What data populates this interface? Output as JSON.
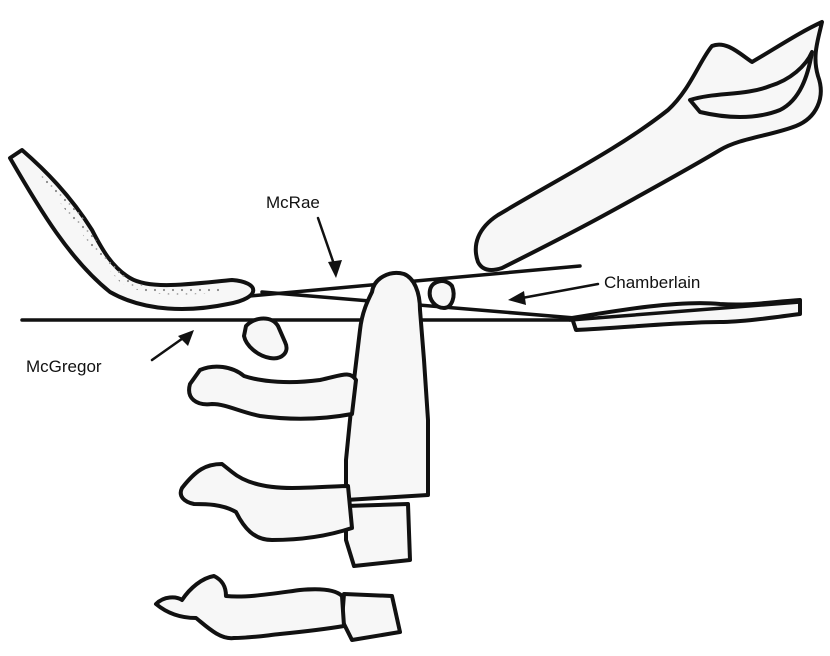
{
  "labels": {
    "mcrae": "McRae",
    "chamberlain": "Chamberlain",
    "mcgregor": "McGregor"
  },
  "colors": {
    "ink": "#111111",
    "background": "#ffffff",
    "bone_fill": "#f7f7f7"
  }
}
